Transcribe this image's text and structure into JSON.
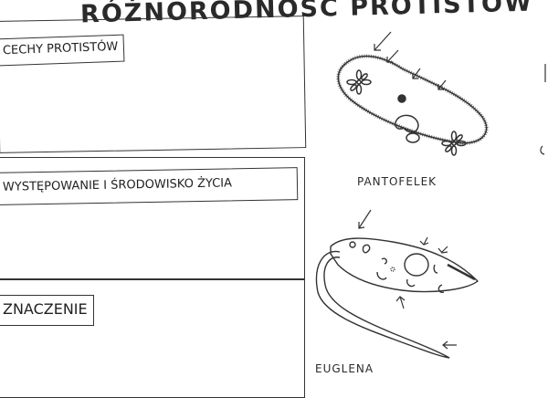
{
  "title": "RÓŻNORODNOŚĆ PROTISTÓW",
  "sections": [
    {
      "label": "CECHY PROTISTÓW"
    },
    {
      "label": "WYSTĘPOWANIE I ŚRODOWISKO ŻYCIA"
    },
    {
      "label": "ZNACZENIE"
    }
  ],
  "organisms": [
    {
      "name": "PANTOFELEK"
    },
    {
      "name": "EUGLENA"
    }
  ]
}
